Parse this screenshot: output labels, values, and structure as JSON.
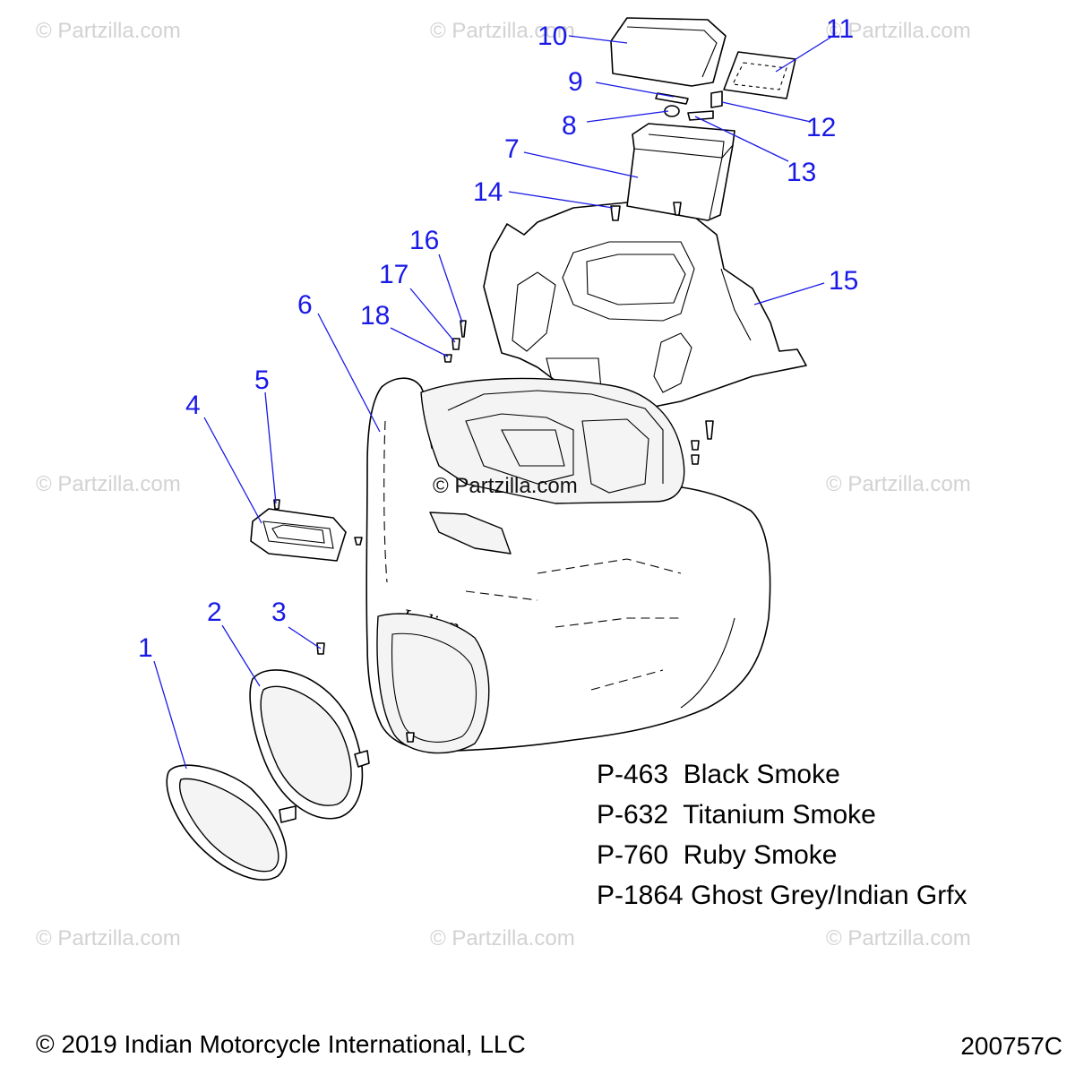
{
  "watermark": "© Partzilla.com",
  "center_watermark": "© Partzilla.com",
  "callouts": [
    "1",
    "2",
    "3",
    "4",
    "5",
    "6",
    "7",
    "8",
    "9",
    "10",
    "11",
    "12",
    "13",
    "14",
    "15",
    "16",
    "17",
    "18"
  ],
  "paint_codes": [
    {
      "code": "P-463",
      "name": "Black Smoke"
    },
    {
      "code": "P-632",
      "name": "Titanium Smoke"
    },
    {
      "code": "P-760",
      "name": "Ruby Smoke"
    },
    {
      "code": "P-1864",
      "name": "Ghost Grey/Indian Grfx"
    }
  ],
  "copyright": "© 2019 Indian Motorcycle International, LLC",
  "drawing_number": "200757C",
  "colors": {
    "callout": "#1a1ae6",
    "watermark": "#d2d2d2",
    "line": "#000000"
  }
}
